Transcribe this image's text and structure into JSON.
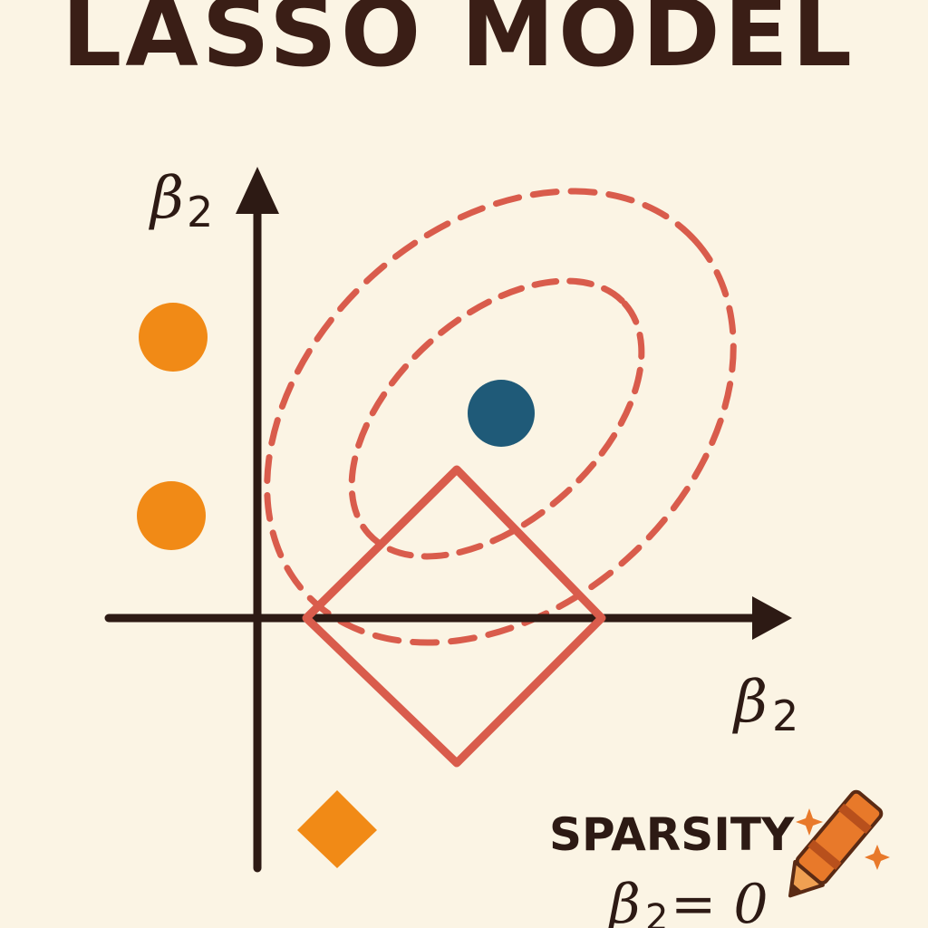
{
  "title": "LASSO MODEL",
  "y_axis": {
    "symbol": "β",
    "subscript": "2"
  },
  "x_axis": {
    "symbol": "β",
    "subscript": "2"
  },
  "annotation": {
    "word": "SPARSITY",
    "equation_symbol": "β",
    "equation_subscript": "2",
    "equation_rest": "= 0"
  },
  "colors": {
    "background": "#fbf4e4",
    "ink": "#2d1a14",
    "contour": "#d95c4c",
    "constraint": "#d95c4c",
    "estimate": "#1f5a78",
    "markers": "#f18a16",
    "crayon": "#e8792a"
  },
  "icons": [
    "orange-dot-icon",
    "orange-diamond-icon",
    "crayon-icon",
    "sparkle-icon"
  ]
}
